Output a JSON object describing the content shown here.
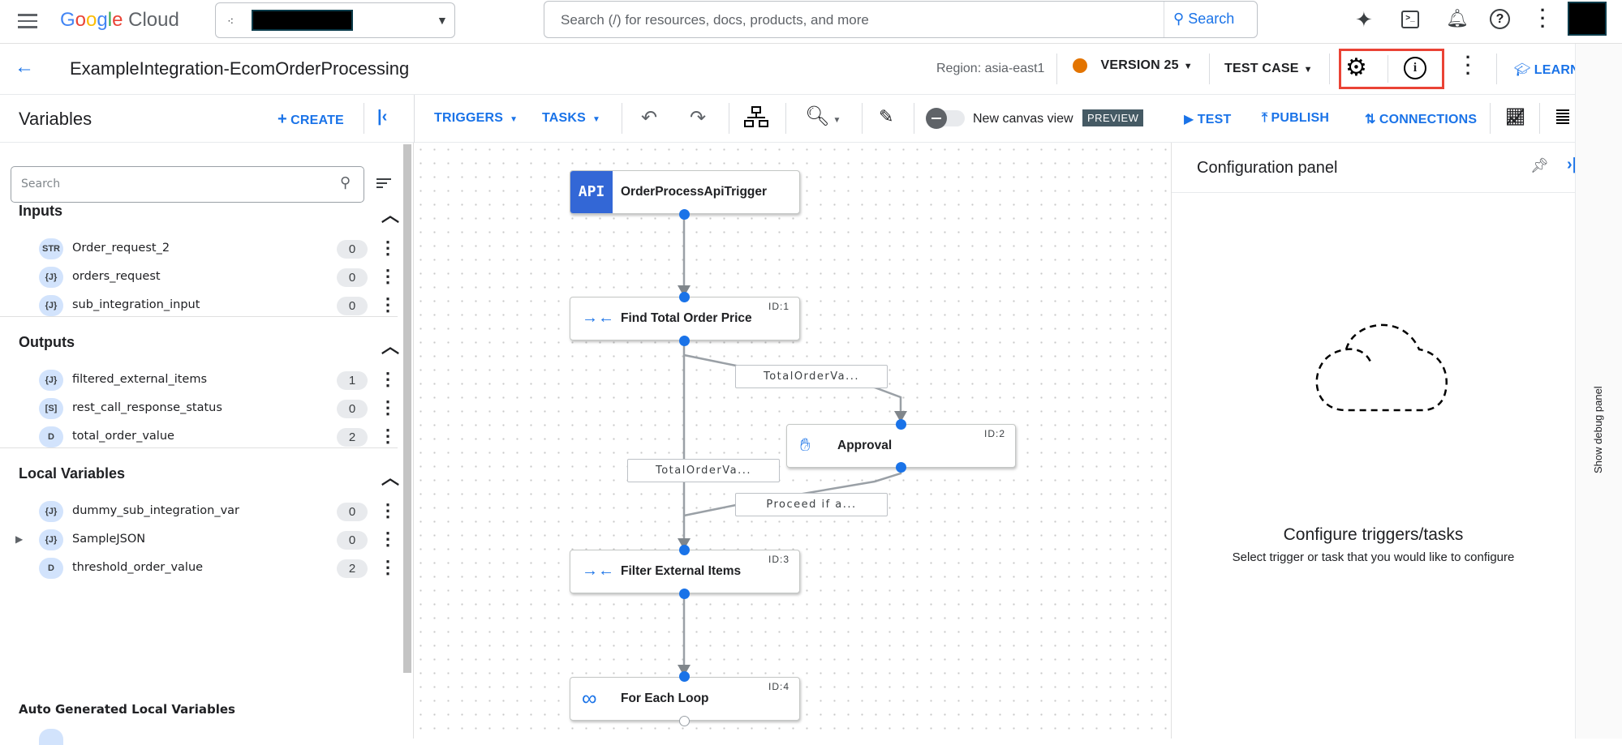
{
  "topbar": {
    "logo": "Google Cloud",
    "search_placeholder": "Search (/) for resources, docs, products, and more",
    "search_button": "Search",
    "icons": [
      "menu-icon",
      "gemini-icon",
      "cloud-shell-icon",
      "notifications-icon",
      "help-icon",
      "more-vert-icon"
    ]
  },
  "header": {
    "title": "ExampleIntegration-EcomOrderProcessing",
    "region": "Region: asia-east1",
    "version": "VERSION 25",
    "version_status_color": "#e37400",
    "test_case": "TEST CASE",
    "learn": "LEARN",
    "highlight_color": "#ea4335"
  },
  "toolbar": {
    "triggers": "TRIGGERS",
    "tasks": "TASKS",
    "canvas_toggle_label": "New canvas view",
    "preview_badge": "PREVIEW",
    "test": "TEST",
    "publish": "PUBLISH",
    "connections": "CONNECTIONS"
  },
  "variables": {
    "title": "Variables",
    "create": "CREATE",
    "search_placeholder": "Search",
    "sections": [
      {
        "title": "Inputs",
        "items": [
          {
            "type": "STR",
            "name": "Order_request_2",
            "count": "0"
          },
          {
            "type": "{J}",
            "name": "orders_request",
            "count": "0"
          },
          {
            "type": "{J}",
            "name": "sub_integration_input",
            "count": "0"
          }
        ]
      },
      {
        "title": "Outputs",
        "items": [
          {
            "type": "{J}",
            "name": "filtered_external_items",
            "count": "1"
          },
          {
            "type": "[S]",
            "name": "rest_call_response_status",
            "count": "0"
          },
          {
            "type": "D",
            "name": "total_order_value",
            "count": "2"
          }
        ]
      },
      {
        "title": "Local Variables",
        "items": [
          {
            "type": "{J}",
            "name": "dummy_sub_integration_var",
            "count": "0"
          },
          {
            "type": "{J}",
            "name": "SampleJSON",
            "count": "0"
          },
          {
            "type": "D",
            "name": "threshold_order_value",
            "count": "2"
          }
        ]
      }
    ],
    "auto_generated_title": "Auto Generated Local Variables"
  },
  "canvas": {
    "trigger": {
      "badge": "API",
      "name": "OrderProcessApiTrigger"
    },
    "tasks": [
      {
        "name": "Find Total Order Price",
        "id": "ID:1"
      },
      {
        "name": "Approval",
        "id": "ID:2"
      },
      {
        "name": "Filter External Items",
        "id": "ID:3"
      },
      {
        "name": "For Each Loop",
        "id": "ID:4"
      }
    ],
    "edge_labels": [
      "TotalOrderVa...",
      "TotalOrderVa...",
      "Proceed if a..."
    ]
  },
  "config": {
    "title": "Configuration panel",
    "empty_title": "Configure triggers/tasks",
    "empty_subtitle": "Select trigger or task that you would like to configure"
  },
  "debug": {
    "label": "Show debug panel"
  }
}
